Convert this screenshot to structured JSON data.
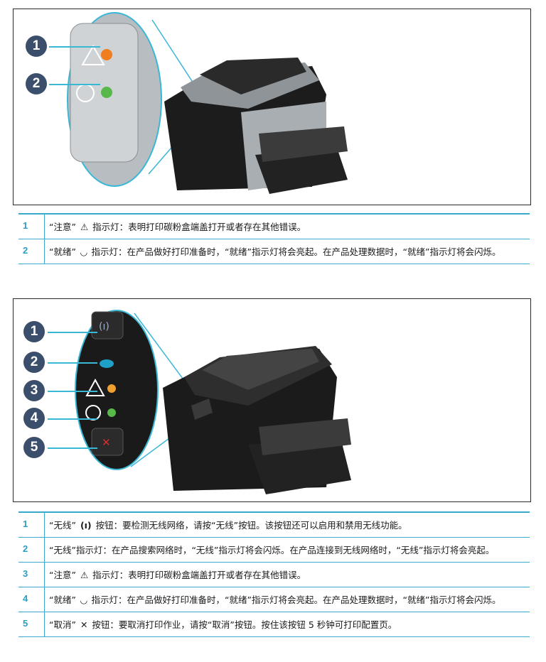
{
  "section1": {
    "callouts": [
      "1",
      "2"
    ],
    "rows": [
      {
        "num": "1",
        "before": "“注意”",
        "icon": "warning-icon",
        "glyph": "⚠",
        "after": "指示灯：表明打印碳粉盒端盖打开或者存在其他错误。"
      },
      {
        "num": "2",
        "before": "“就绪”",
        "icon": "power-ready-icon",
        "glyph": "◡",
        "after": "指示灯：在产品做好打印准备时，“就绪”指示灯将会亮起。在产品处理数据时，“就绪”指示灯将会闪烁。"
      }
    ]
  },
  "section2": {
    "callouts": [
      "1",
      "2",
      "3",
      "4",
      "5"
    ],
    "rows": [
      {
        "num": "1",
        "before": "“无线”",
        "icon": "wireless-icon",
        "glyph": "(ı)",
        "after": "按钮：要检测无线网络，请按“无线”按钮。该按钮还可以启用和禁用无线功能。"
      },
      {
        "num": "2",
        "before": "",
        "icon": "",
        "glyph": "",
        "after": "“无线”指示灯：在产品搜索网络时，“无线”指示灯将会闪烁。在产品连接到无线网络时，“无线”指示灯将会亮起。"
      },
      {
        "num": "3",
        "before": "“注意”",
        "icon": "warning-icon",
        "glyph": "⚠",
        "after": "指示灯：表明打印碳粉盒端盖打开或者存在其他错误。"
      },
      {
        "num": "4",
        "before": "“就绪”",
        "icon": "power-ready-icon",
        "glyph": "◡",
        "after": "指示灯：在产品做好打印准备时，“就绪”指示灯将会亮起。在产品处理数据时，“就绪”指示灯将会闪烁。"
      },
      {
        "num": "5",
        "before": "“取消”",
        "icon": "cancel-x-icon",
        "glyph": "✕",
        "after": "按钮：要取消打印作业，请按“取消”按钮。按住该按钮 5 秒钟可打印配置页。"
      }
    ]
  },
  "colors": {
    "accent": "#3ba9cc",
    "callout": "#3b4e6b",
    "attention": "#f07e1e",
    "ready": "#59b84a",
    "wireless": "#1ea0c8"
  }
}
